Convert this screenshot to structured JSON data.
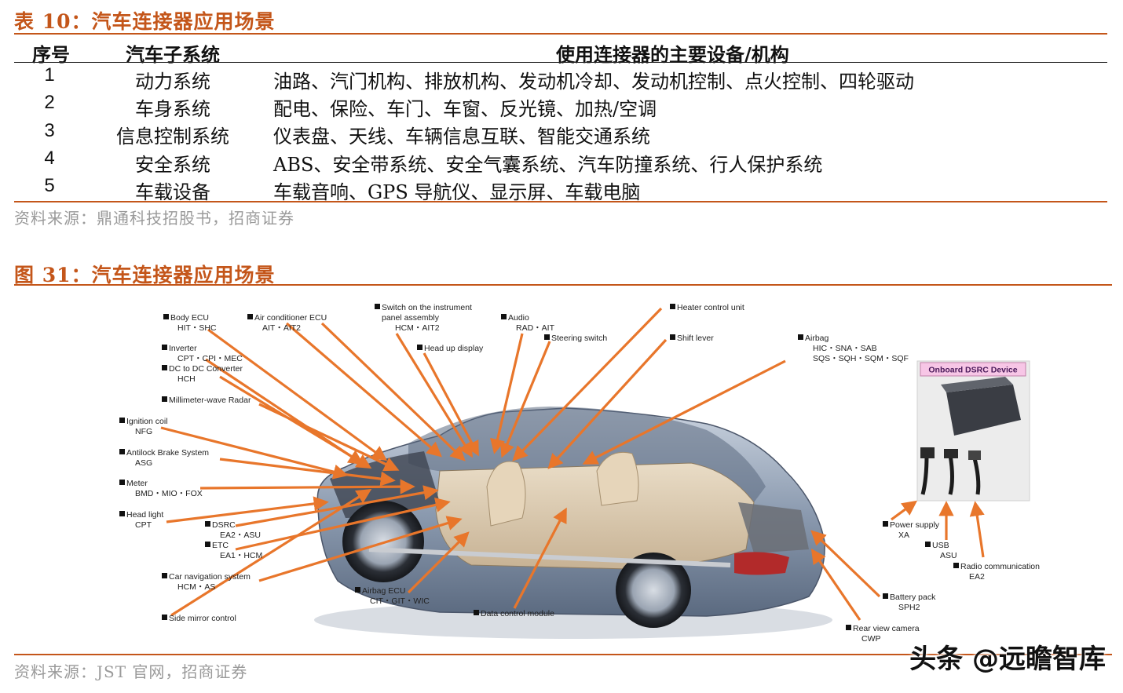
{
  "table": {
    "title": "表 10：汽车连接器应用场景",
    "headers": [
      "序号",
      "汽车子系统",
      "使用连接器的主要设备/机构"
    ],
    "rows": [
      {
        "no": "1",
        "system": "动力系统",
        "devices": "油路、汽门机构、排放机构、发动机冷却、发动机控制、点火控制、四轮驱动"
      },
      {
        "no": "2",
        "system": "车身系统",
        "devices": "配电、保险、车门、车窗、反光镜、加热/空调"
      },
      {
        "no": "3",
        "system": "信息控制系统",
        "devices": "仪表盘、天线、车辆信息互联、智能交通系统"
      },
      {
        "no": "4",
        "system": "安全系统",
        "devices": "ABS、安全带系统、安全气囊系统、汽车防撞系统、行人保护系统"
      },
      {
        "no": "5",
        "system": "车载设备",
        "devices": "车载音响、GPS 导航仪、显示屏、车载电脑"
      }
    ],
    "source": "资料来源：鼎通科技招股书，招商证券"
  },
  "figure": {
    "title": "图 31：汽车连接器应用场景",
    "source": "资料来源：JST 官网，招商证券",
    "dsrc_label": "Onboard DSRC Device",
    "labels": {
      "body_ecu": [
        "Body ECU",
        "HIT・SHC"
      ],
      "air_cond": [
        "Air conditioner ECU",
        "AIT・AIT2"
      ],
      "switch_panel": [
        "Switch on the instrument",
        "panel assembly",
        "HCM・AIT2"
      ],
      "audio": [
        "Audio",
        "RAD・AIT"
      ],
      "heater": [
        "Heater control unit"
      ],
      "inverter": [
        "Inverter",
        "CPT・CPI・MEC"
      ],
      "dcdc": [
        "DC to DC Converter",
        "HCH"
      ],
      "head_up": [
        "Head up display"
      ],
      "steering": [
        "Steering switch"
      ],
      "shift": [
        "Shift lever"
      ],
      "airbag": [
        "Airbag",
        "HIC・SNA・SAB",
        "SQS・SQH・SQM・SQF"
      ],
      "radar": [
        "Millimeter-wave Radar"
      ],
      "ignition": [
        "Ignition coil",
        "NFG"
      ],
      "abs": [
        "Antilock Brake System",
        "ASG"
      ],
      "meter": [
        "Meter",
        "BMD・MIO・FOX"
      ],
      "headlight": [
        "Head light",
        "CPT"
      ],
      "dsrc": [
        "DSRC",
        "EA2・ASU"
      ],
      "etc": [
        "ETC",
        "EA1・HCM"
      ],
      "carnav": [
        "Car navigation system",
        "HCM・AS"
      ],
      "sidemirror": [
        "Side mirror control"
      ],
      "airbag_ecu": [
        "Airbag ECU",
        "CIT・GIT・WIC"
      ],
      "data_ctrl": [
        "Data control module"
      ],
      "power": [
        "Power supply",
        "XA"
      ],
      "usb": [
        "USB",
        "ASU"
      ],
      "radio": [
        "Radio communication",
        "EA2"
      ],
      "battery": [
        "Battery pack",
        "SPH2"
      ],
      "rearcam": [
        "Rear view camera",
        "CWP"
      ]
    }
  },
  "watermark": "头条 @远瞻智库",
  "colors": {
    "accent": "#c4561a",
    "arrow": "#e8762b",
    "car_body": "#8c9bb0",
    "dsrc_label_bg": "#f7c6e6"
  }
}
